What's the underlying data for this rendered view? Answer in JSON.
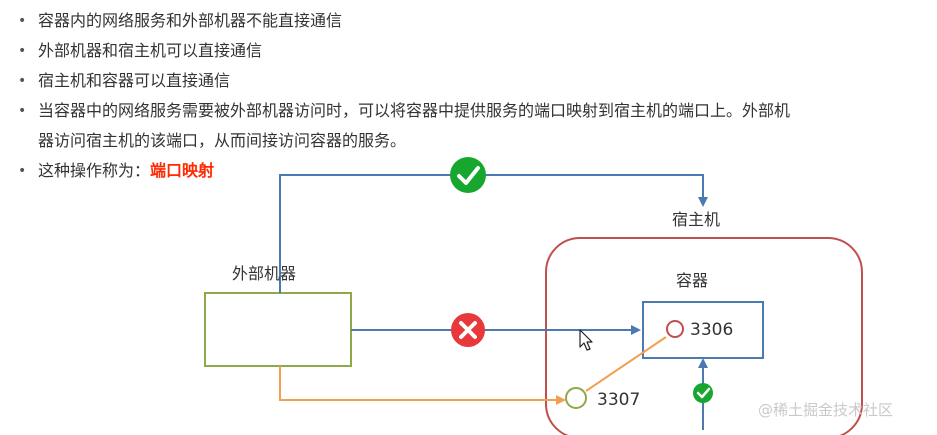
{
  "bullets": [
    {
      "text": "容器内的网络服务和外部机器不能直接通信"
    },
    {
      "text": "外部机器和宿主机可以直接通信"
    },
    {
      "text": "宿主机和容器可以直接通信"
    },
    {
      "line1": "当容器中的网络服务需要被外部机器访问时，可以将容器中提供服务的端口映射到宿主机的端口上。外部机",
      "line2": "器访问宿主机的该端口，从而间接访问容器的服务。"
    },
    {
      "text": "这种操作称为：",
      "highlight": "端口映射"
    }
  ],
  "diagram": {
    "external_machine_label": "外部机器",
    "host_label": "宿主机",
    "container_label": "容器",
    "container_port": "3306",
    "host_port": "3307"
  },
  "watermark": "@稀土掘金技术社区",
  "colors": {
    "blue_line": "#4a7ab0",
    "orange_line": "#f0a050",
    "machine_border": "#8fa848",
    "host_border": "#c0504d",
    "container_border": "#4a7ab0",
    "check_green": "#17a62e",
    "cross_red": "#e8383b",
    "highlight": "#ff2a00"
  }
}
